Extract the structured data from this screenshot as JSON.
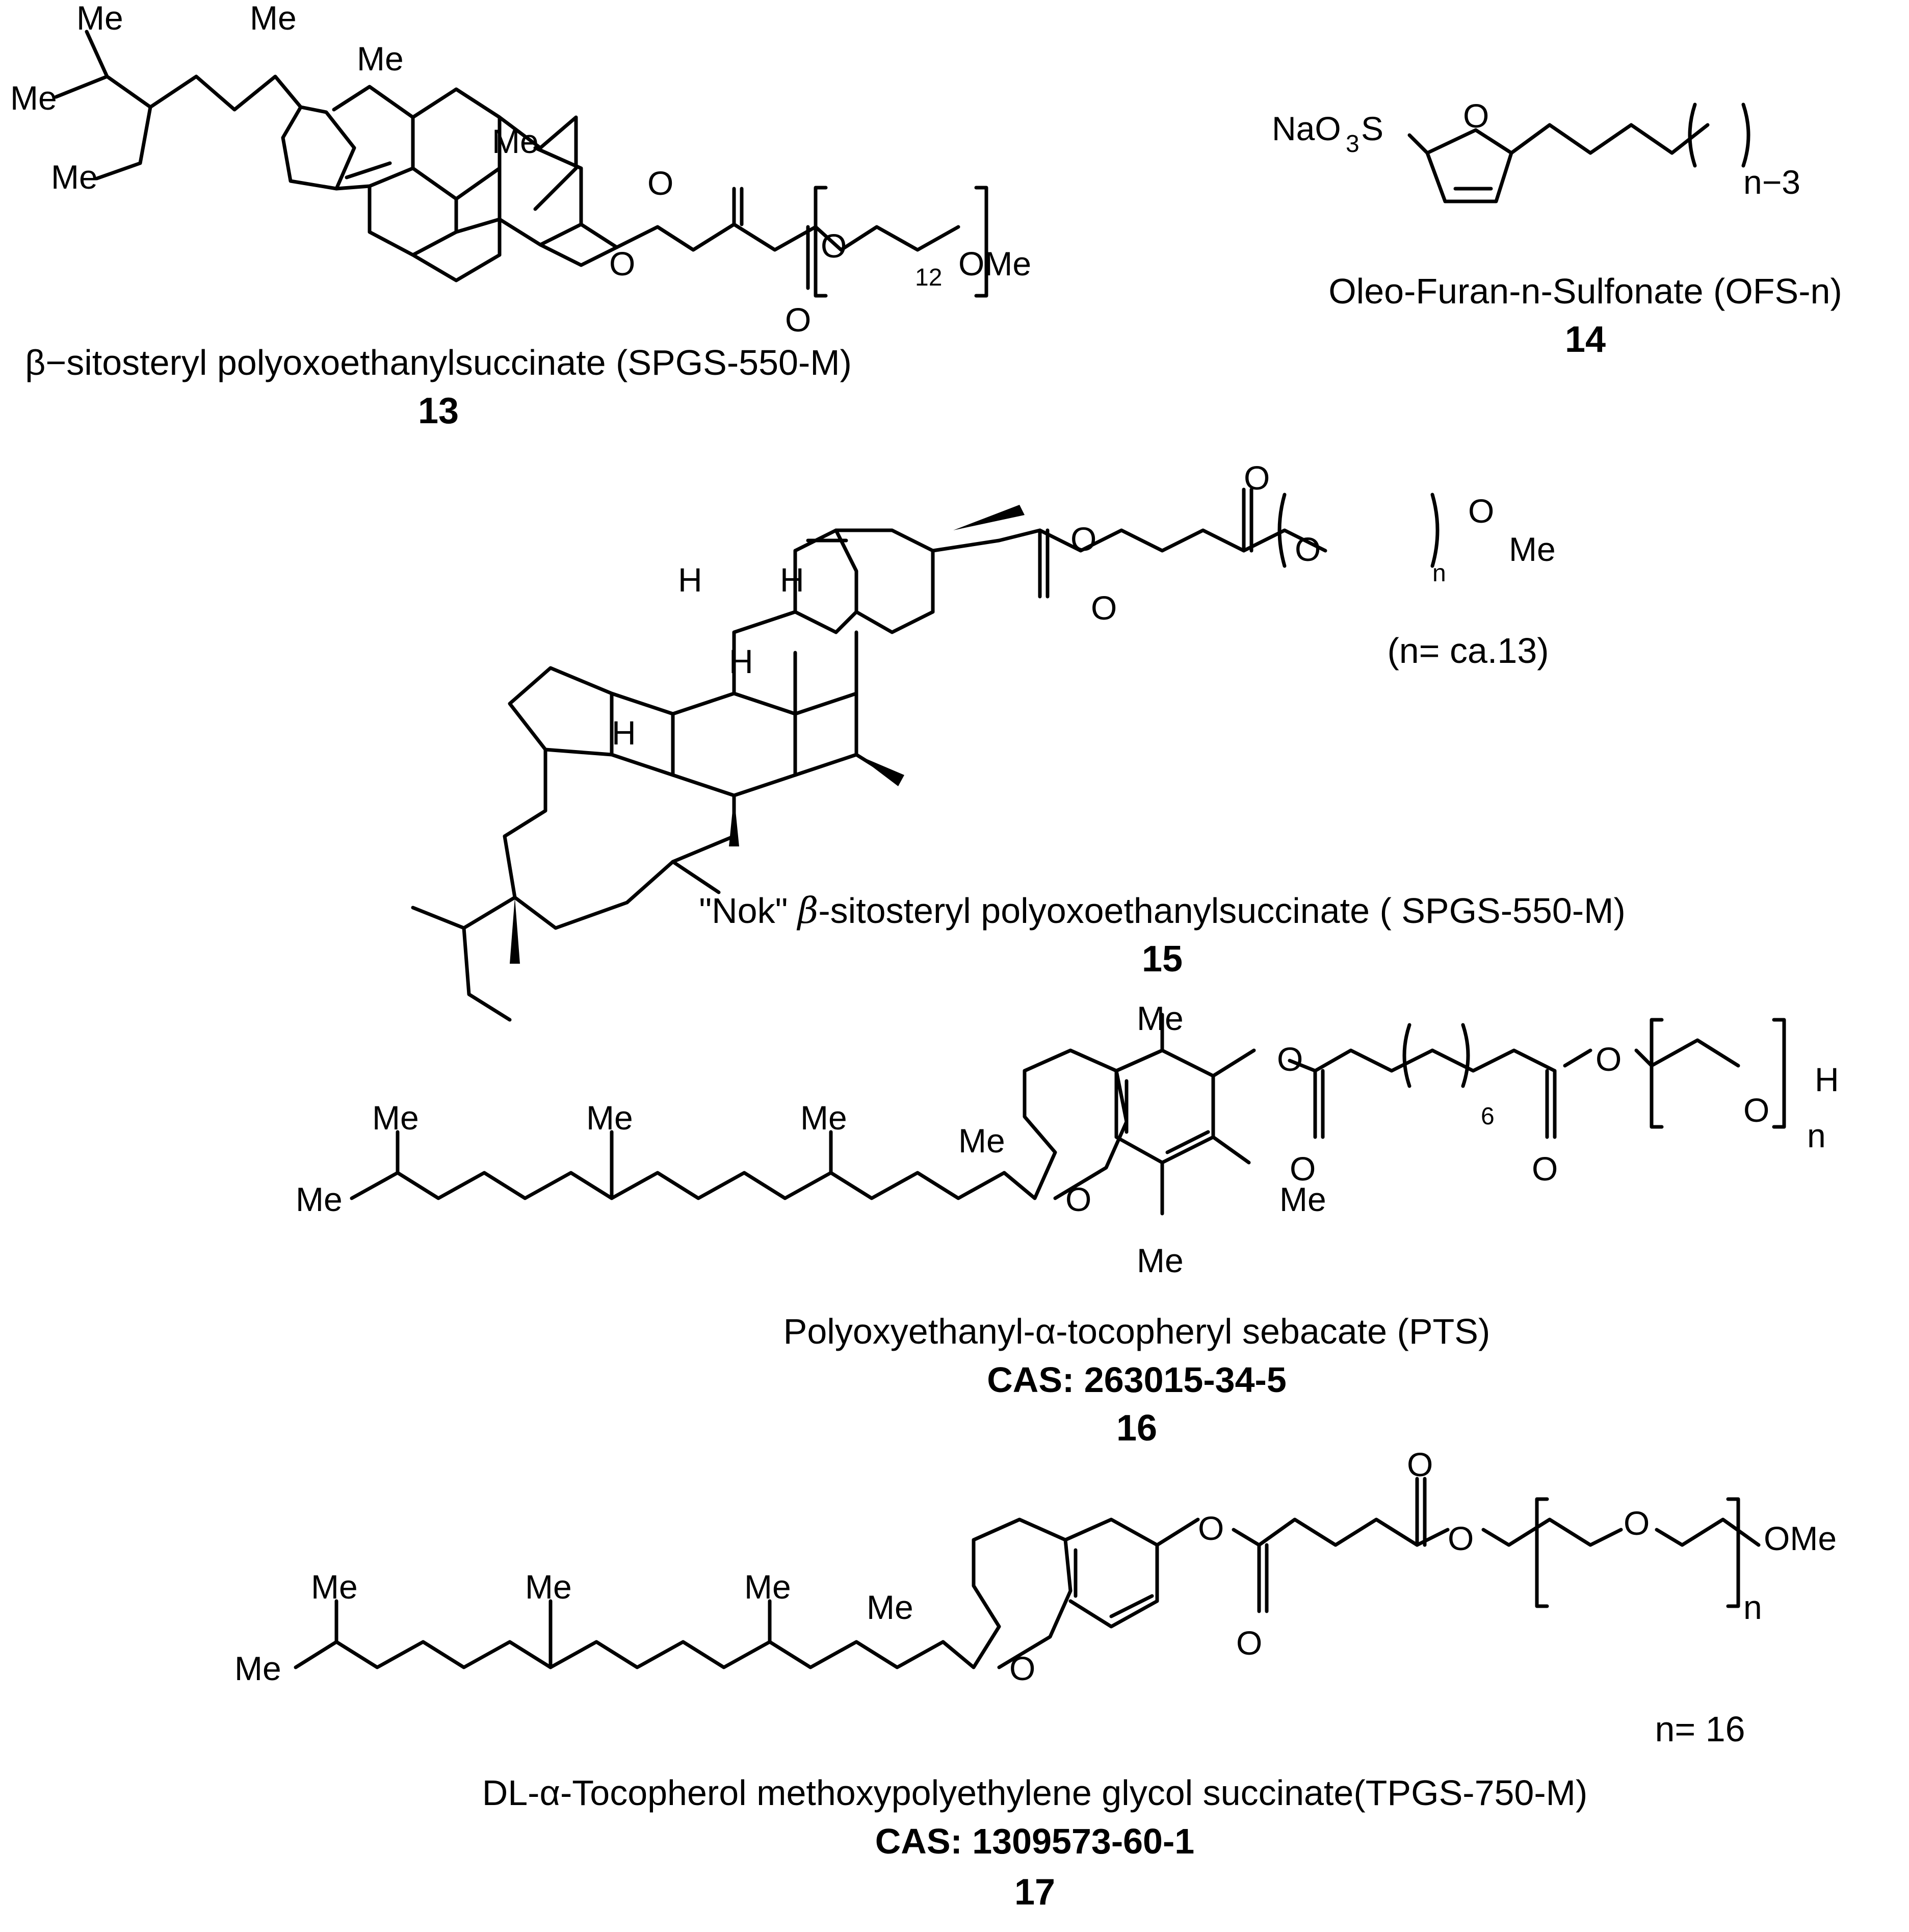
{
  "compounds": [
    {
      "id": "13",
      "caption": "β−sitosteryl polyoxoethanylsuccinate (SPGS-550-M)",
      "number": "13",
      "labels": {
        "me": "Me",
        "et": "Me",
        "o": "O",
        "ome": "OMe",
        "repeat": "12"
      }
    },
    {
      "id": "14",
      "caption": "Oleo-Furan-n-Sulfonate (OFS-n)",
      "number": "14",
      "labels": {
        "na": "NaO",
        "three": "3",
        "s": "S",
        "o": "O",
        "repeat": "n−3"
      }
    },
    {
      "id": "15",
      "caption_quote": "\"Nok\"",
      "caption_beta": "β",
      "caption_rest": "-sitosteryl polyoxoethanylsuccinate ( SPGS-550-M)",
      "number": "15",
      "note": "(n= ca.13)",
      "labels": {
        "h": "H",
        "o": "O",
        "me": "Me",
        "repeat": "n"
      }
    },
    {
      "id": "16",
      "caption": "Polyoxyethanyl-α-tocopheryl sebacate (PTS)",
      "cas": "CAS: 263015-34-5",
      "number": "16",
      "labels": {
        "me": "Me",
        "o": "O",
        "h": "H",
        "six": "6",
        "repeat": "n"
      }
    },
    {
      "id": "17",
      "caption": "DL-α-Tocopherol methoxypolyethylene glycol succinate(TPGS-750-M)",
      "cas": "CAS: 1309573-60-1",
      "number": "17",
      "note": "n= 16",
      "labels": {
        "me": "Me",
        "o": "O",
        "ome": "OMe",
        "repeat": "n"
      }
    }
  ]
}
